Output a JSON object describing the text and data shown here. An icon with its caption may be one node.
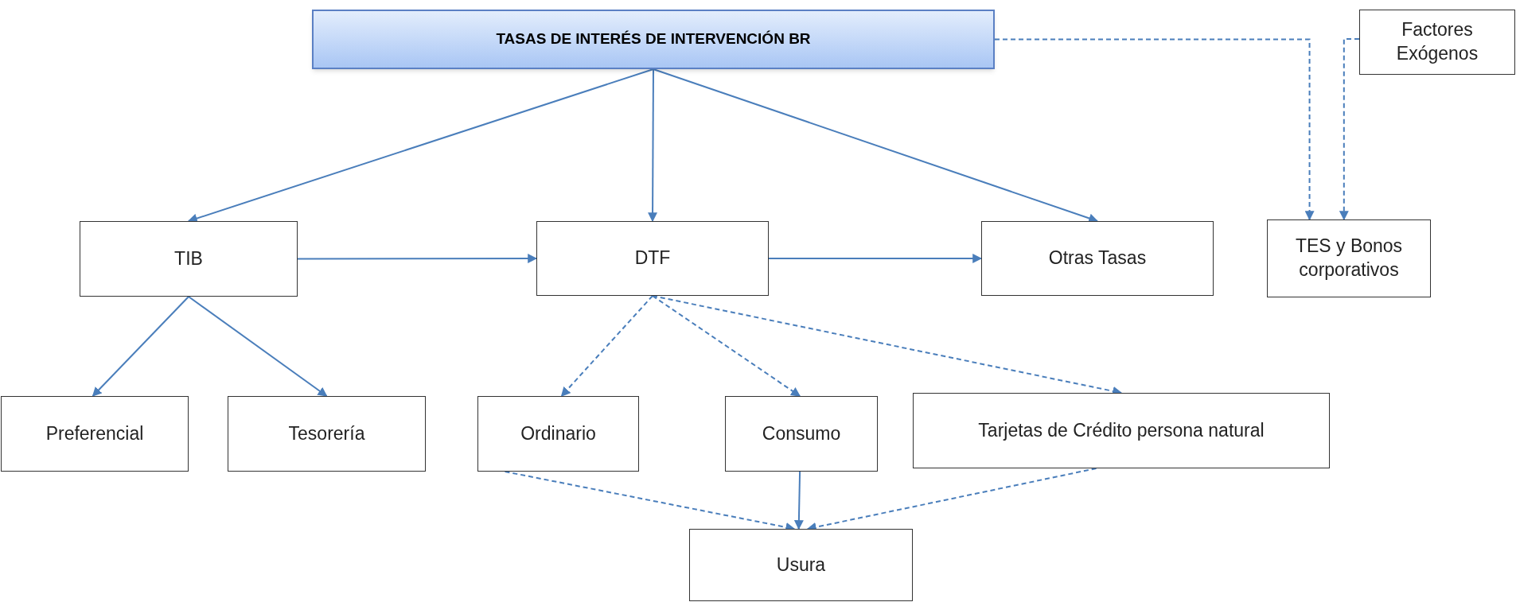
{
  "diagram": {
    "nodes": [
      {
        "text": [
          "TASAS DE INTERÉS DE INTERVENCIÓN BR"
        ]
      },
      {
        "text": [
          "Factores Exógenos"
        ]
      },
      {
        "text": [
          "TIB"
        ]
      },
      {
        "text": [
          "DTF"
        ]
      },
      {
        "text": [
          "Otras Tasas"
        ]
      },
      {
        "text": [
          "TES y Bonos corporativos"
        ]
      },
      {
        "text": [
          "Preferencial"
        ]
      },
      {
        "text": [
          "Tesorería"
        ]
      },
      {
        "text": [
          "Ordinario"
        ]
      },
      {
        "text": [
          "Consumo"
        ]
      },
      {
        "text": [
          "Tarjetas de Crédito persona natural"
        ]
      },
      {
        "text": [
          "Usura"
        ]
      }
    ],
    "edges": [
      {
        "from": 0,
        "to": 2,
        "arrow": "to"
      },
      {
        "from": 0,
        "to": 3,
        "arrow": "to"
      },
      {
        "from": 0,
        "to": 4,
        "arrow": "to"
      },
      {
        "from": 0,
        "to": 5,
        "arrow": "to",
        "style": "dashed"
      },
      {
        "from": 1,
        "to": 5,
        "arrow": "to",
        "style": "dashed"
      },
      {
        "from": 2,
        "to": 3,
        "arrow": "to"
      },
      {
        "from": 3,
        "to": 4,
        "arrow": "to"
      },
      {
        "from": 2,
        "to": 6,
        "arrow": "to"
      },
      {
        "from": 2,
        "to": 7,
        "arrow": "to"
      },
      {
        "from": 3,
        "to": 8,
        "arrow": "to",
        "style": "dashed"
      },
      {
        "from": 3,
        "to": 9,
        "arrow": "to",
        "style": "dashed"
      },
      {
        "from": 3,
        "to": 10,
        "arrow": "to",
        "style": "dashed"
      },
      {
        "from": 8,
        "to": 11,
        "arrow": "to",
        "style": "dashed"
      },
      {
        "from": 9,
        "to": 11,
        "arrow": "to"
      },
      {
        "from": 10,
        "to": 11,
        "arrow": "to",
        "style": "dashed"
      }
    ]
  }
}
